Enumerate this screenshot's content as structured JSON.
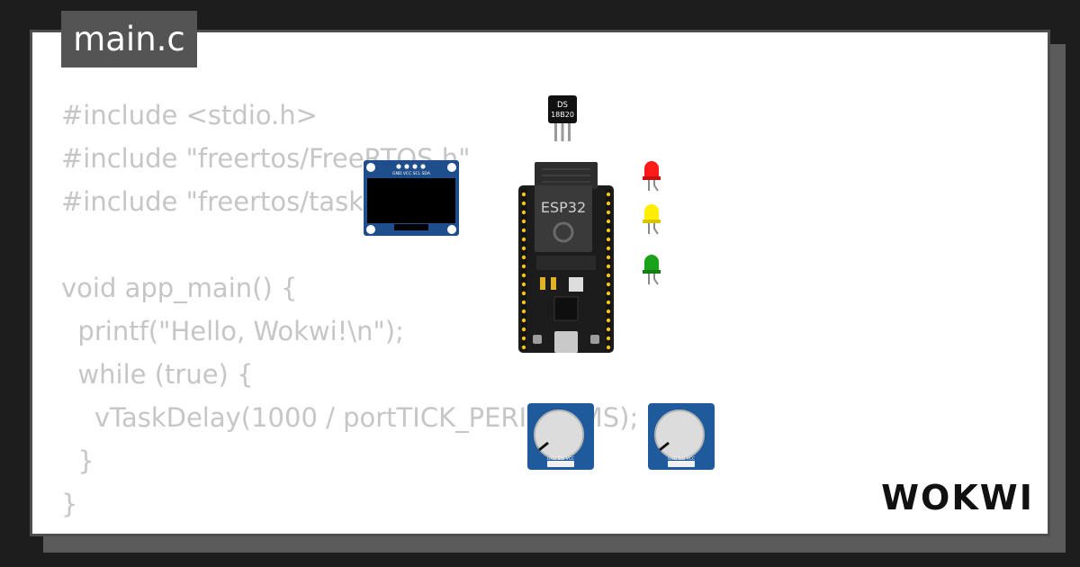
{
  "tab": {
    "label": "main.c"
  },
  "code": {
    "lines": [
      "#include <stdio.h>",
      "#include \"freertos/FreeRTOS.h\"",
      "#include \"freertos/task.h\"",
      "",
      "void app_main() {",
      "  printf(\"Hello, Wokwi!\\n\");",
      "  while (true) {",
      "    vTaskDelay(1000 / portTICK_PERIOD_MS);",
      "  }",
      "}"
    ]
  },
  "components": {
    "sensor": {
      "line1": "DS",
      "line2": "18B20"
    },
    "board": {
      "label": "ESP32"
    },
    "oled": {
      "pins": "GND VCC SCL SDA"
    },
    "pot": {
      "pins": "GND SIG VCC"
    },
    "leds": {
      "colors": [
        "#ff1a1a",
        "#ffee00",
        "#1aa31a"
      ]
    }
  },
  "brand": {
    "logo_text": "WOKWI"
  },
  "colors": {
    "background": "#1d1d1d",
    "tab": "#545454",
    "code_text": "#c6c6c6",
    "board": "#1c1c1c",
    "module": "#1f4e8c"
  }
}
